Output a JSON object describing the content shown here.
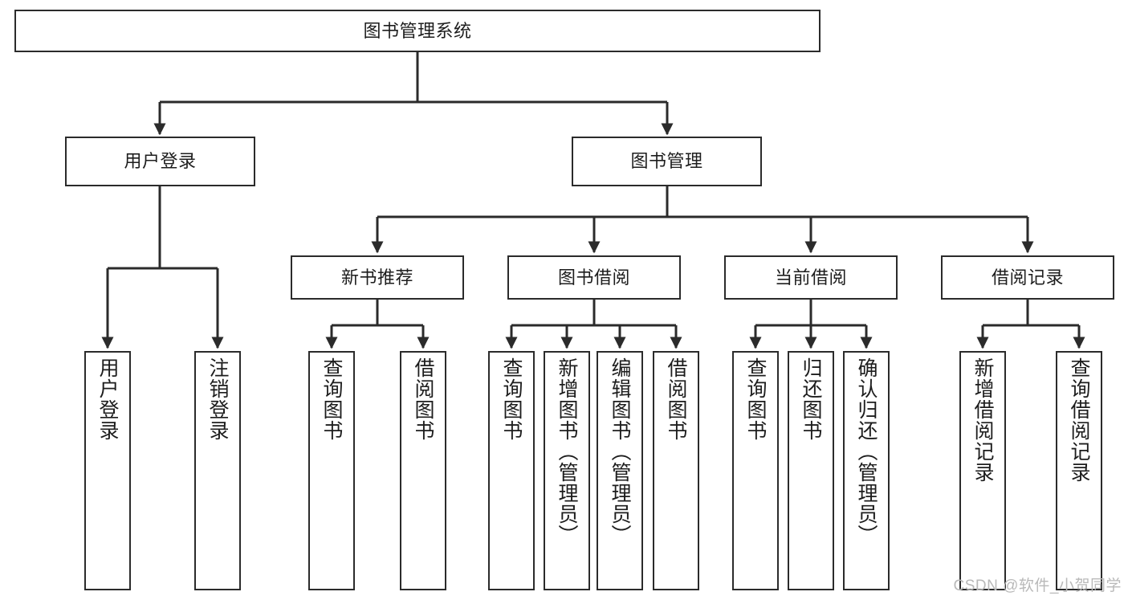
{
  "diagram": {
    "type": "tree-hierarchy",
    "title": "图书管理系统",
    "orientation": "top-down",
    "colors": {
      "stroke": "#2b2b2b",
      "fill": "#ffffff",
      "text": "#1d1d1d",
      "watermark": "#b9b9b9"
    },
    "root": {
      "label": "图书管理系统"
    },
    "level2": [
      {
        "label": "用户登录"
      },
      {
        "label": "图书管理"
      }
    ],
    "level3": [
      {
        "label": "新书推荐"
      },
      {
        "label": "图书借阅"
      },
      {
        "label": "当前借阅"
      },
      {
        "label": "借阅记录"
      }
    ],
    "leaves": {
      "user_login": [
        {
          "label": "用户登录"
        },
        {
          "label": "注销登录"
        }
      ],
      "new_book_recommend": [
        {
          "label": "查询图书"
        },
        {
          "label": "借阅图书"
        }
      ],
      "book_borrow": [
        {
          "label": "查询图书"
        },
        {
          "label": "新增图书（管理员）"
        },
        {
          "label": "编辑图书（管理员）"
        },
        {
          "label": "借阅图书"
        }
      ],
      "current_borrow": [
        {
          "label": "查询图书"
        },
        {
          "label": "归还图书"
        },
        {
          "label": "确认归还（管理员）"
        }
      ],
      "borrow_record": [
        {
          "label": "新增借阅记录"
        },
        {
          "label": "查询借阅记录"
        }
      ]
    }
  },
  "watermark": {
    "text": "CSDN @软件_小贺同学"
  }
}
